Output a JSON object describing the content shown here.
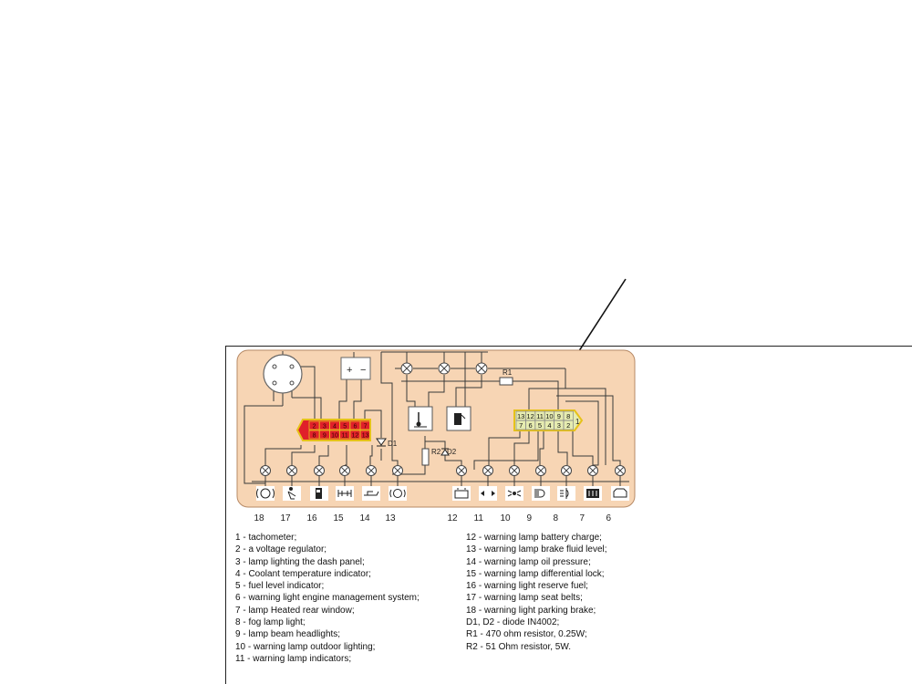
{
  "colors": {
    "panel": "#f7d5b4",
    "panel_border": "#b78a66",
    "connector_red": "#e0202a",
    "connector_yellow_border": "#e6c21a",
    "connector_green": "#e6ecb0"
  },
  "diagram": {
    "component_numbers": [
      "18",
      "17",
      "16",
      "15",
      "14",
      "13",
      "12",
      "11",
      "10",
      "9",
      "8",
      "7",
      "6"
    ],
    "icons": [
      "parking-brake-icon",
      "seat-belt-icon",
      "fuel-pump-icon",
      "differential-lock-icon",
      "oil-pressure-icon",
      "brake-fluid-icon",
      "battery-icon",
      "turn-indicators-icon",
      "outdoor-lighting-icon",
      "high-beam-icon",
      "fog-lamp-icon",
      "rear-window-heater-icon",
      "engine-management-icon"
    ],
    "red_connector": {
      "top_row": [
        "2",
        "3",
        "4",
        "5",
        "6",
        "7"
      ],
      "bottom_row": [
        "8",
        "9",
        "10",
        "11",
        "12",
        "13"
      ]
    },
    "green_connector": {
      "top_row": [
        "13",
        "12",
        "11",
        "10",
        "9",
        "8"
      ],
      "bottom_row": [
        "7",
        "6",
        "5",
        "4",
        "3",
        "2"
      ],
      "end_pin": "1"
    },
    "labels": {
      "d1": "D1",
      "d2": "D2",
      "r1": "R1",
      "r2": "R2",
      "plus": "+",
      "minus": "−"
    }
  },
  "legend_left": [
    "1 - tachometer;",
    "2 - a voltage regulator;",
    "3 - lamp lighting the dash panel;",
    "4 - Coolant temperature indicator;",
    "5 - fuel level indicator;",
    "6 - warning light engine management system;",
    "7 - lamp Heated rear window;",
    "8 - fog lamp light;",
    "9 - lamp beam headlights;",
    "10 - warning lamp outdoor lighting;",
    "11 - warning lamp indicators;"
  ],
  "legend_right": [
    "12 - warning lamp battery charge;",
    "13 - warning lamp brake fluid level;",
    "14 - warning lamp oil pressure;",
    "15 - warning lamp differential lock;",
    "16 - warning light reserve fuel;",
    "17 - warning lamp seat belts;",
    "18 - warning light parking brake;",
    "D1, D2 - diode IN4002;",
    "R1 - 470 ohm resistor, 0.25W;",
    "R2 - 51 Ohm resistor, 5W."
  ]
}
